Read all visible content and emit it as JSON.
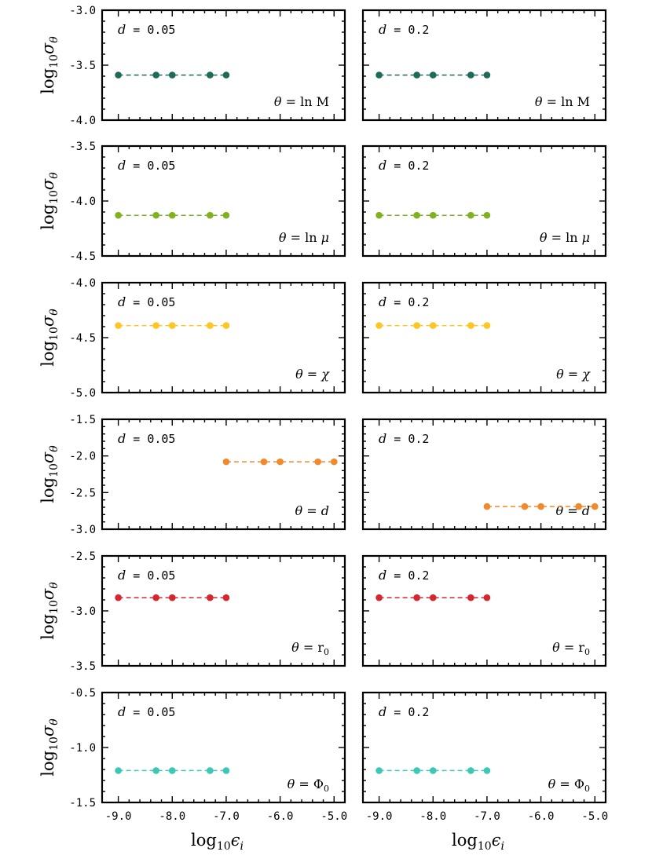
{
  "figure": {
    "ylabel": "log10 σθ",
    "xlabel": "log10 ϵi",
    "xlim": [
      -9.3,
      -4.8
    ],
    "xticks": [
      -9.0,
      -8.0,
      -7.0,
      -6.0,
      -5.0
    ],
    "xtick_labels": [
      "-9.0",
      "-8.0",
      "-7.0",
      "-6.0",
      "-5.0"
    ],
    "column_labels": [
      "d = 0.05",
      "d = 0.2"
    ]
  },
  "chart_data": [
    {
      "type": "line",
      "row": 0,
      "col": 0,
      "param_label": "θ = ln M",
      "d_label": "d = 0.05",
      "color": "#1f6b5a",
      "ylim": [
        -4.0,
        -3.0
      ],
      "yticks": [
        -4.0,
        -3.5,
        -3.0
      ],
      "ytick_labels": [
        "-4.0",
        "-3.5",
        "-3.0"
      ],
      "x": [
        -9.0,
        -8.3,
        -8.0,
        -7.3,
        -7.0
      ],
      "y": [
        -3.59,
        -3.59,
        -3.59,
        -3.59,
        -3.59
      ]
    },
    {
      "type": "line",
      "row": 0,
      "col": 1,
      "param_label": "θ = ln M",
      "d_label": "d = 0.2",
      "color": "#1f6b5a",
      "ylim": [
        -4.0,
        -3.0
      ],
      "yticks": [
        -4.0,
        -3.5,
        -3.0
      ],
      "x": [
        -9.0,
        -8.3,
        -8.0,
        -7.3,
        -7.0
      ],
      "y": [
        -3.59,
        -3.59,
        -3.59,
        -3.59,
        -3.59
      ]
    },
    {
      "type": "line",
      "row": 1,
      "col": 0,
      "param_label": "θ = ln μ",
      "d_label": "d = 0.05",
      "color": "#7fb21f",
      "ylim": [
        -4.5,
        -3.5
      ],
      "yticks": [
        -4.5,
        -4.0,
        -3.5
      ],
      "ytick_labels": [
        "-4.5",
        "-4.0",
        "-3.5"
      ],
      "x": [
        -9.0,
        -8.3,
        -8.0,
        -7.3,
        -7.0
      ],
      "y": [
        -4.13,
        -4.13,
        -4.13,
        -4.13,
        -4.13
      ]
    },
    {
      "type": "line",
      "row": 1,
      "col": 1,
      "param_label": "θ = ln μ",
      "d_label": "d = 0.2",
      "color": "#7fb21f",
      "ylim": [
        -4.5,
        -3.5
      ],
      "yticks": [
        -4.5,
        -4.0,
        -3.5
      ],
      "x": [
        -9.0,
        -8.3,
        -8.0,
        -7.3,
        -7.0
      ],
      "y": [
        -4.13,
        -4.13,
        -4.13,
        -4.13,
        -4.13
      ]
    },
    {
      "type": "line",
      "row": 2,
      "col": 0,
      "param_label": "θ = χ",
      "d_label": "d = 0.05",
      "color": "#fdc626",
      "ylim": [
        -5.0,
        -4.0
      ],
      "yticks": [
        -5.0,
        -4.5,
        -4.0
      ],
      "ytick_labels": [
        "-5.0",
        "-4.5",
        "-4.0"
      ],
      "x": [
        -9.0,
        -8.3,
        -8.0,
        -7.3,
        -7.0
      ],
      "y": [
        -4.39,
        -4.39,
        -4.39,
        -4.39,
        -4.39
      ]
    },
    {
      "type": "line",
      "row": 2,
      "col": 1,
      "param_label": "θ = χ",
      "d_label": "d = 0.2",
      "color": "#fdc626",
      "ylim": [
        -5.0,
        -4.0
      ],
      "yticks": [
        -5.0,
        -4.5,
        -4.0
      ],
      "x": [
        -9.0,
        -8.3,
        -8.0,
        -7.3,
        -7.0
      ],
      "y": [
        -4.39,
        -4.39,
        -4.39,
        -4.39,
        -4.39
      ]
    },
    {
      "type": "line",
      "row": 3,
      "col": 0,
      "param_label": "θ = d",
      "d_label": "d = 0.05",
      "color": "#f08a2c",
      "ylim": [
        -3.0,
        -1.5
      ],
      "yticks": [
        -3.0,
        -2.5,
        -2.0,
        -1.5
      ],
      "ytick_labels": [
        "-3.0",
        "-2.5",
        "-2.0",
        "-1.5"
      ],
      "x": [
        -7.0,
        -6.3,
        -6.0,
        -5.3,
        -5.0
      ],
      "y": [
        -2.08,
        -2.08,
        -2.08,
        -2.08,
        -2.08
      ]
    },
    {
      "type": "line",
      "row": 3,
      "col": 1,
      "param_label": "θ = d",
      "d_label": "d = 0.2",
      "color": "#f08a2c",
      "ylim": [
        -3.0,
        -1.5
      ],
      "yticks": [
        -3.0,
        -2.5,
        -2.0,
        -1.5
      ],
      "x": [
        -7.0,
        -6.3,
        -6.0,
        -5.3,
        -5.0
      ],
      "y": [
        -2.69,
        -2.69,
        -2.69,
        -2.69,
        -2.69
      ]
    },
    {
      "type": "line",
      "row": 4,
      "col": 0,
      "param_label": "θ = r0",
      "d_label": "d = 0.05",
      "color": "#d82630",
      "ylim": [
        -3.5,
        -2.5
      ],
      "yticks": [
        -3.5,
        -3.0,
        -2.5
      ],
      "ytick_labels": [
        "-3.5",
        "-3.0",
        "-2.5"
      ],
      "x": [
        -9.0,
        -8.3,
        -8.0,
        -7.3,
        -7.0
      ],
      "y": [
        -2.88,
        -2.88,
        -2.88,
        -2.88,
        -2.88
      ]
    },
    {
      "type": "line",
      "row": 4,
      "col": 1,
      "param_label": "θ = r0",
      "d_label": "d = 0.2",
      "color": "#d82630",
      "ylim": [
        -3.5,
        -2.5
      ],
      "yticks": [
        -3.5,
        -3.0,
        -2.5
      ],
      "x": [
        -9.0,
        -8.3,
        -8.0,
        -7.3,
        -7.0
      ],
      "y": [
        -2.88,
        -2.88,
        -2.88,
        -2.88,
        -2.88
      ]
    },
    {
      "type": "line",
      "row": 5,
      "col": 0,
      "param_label": "θ = Φ0",
      "d_label": "d = 0.05",
      "color": "#3cc8b4",
      "ylim": [
        -1.5,
        -0.5
      ],
      "yticks": [
        -1.5,
        -1.0,
        -0.5
      ],
      "ytick_labels": [
        "-1.5",
        "-1.0",
        "-0.5"
      ],
      "x": [
        -9.0,
        -8.3,
        -8.0,
        -7.3,
        -7.0
      ],
      "y": [
        -1.21,
        -1.21,
        -1.21,
        -1.21,
        -1.21
      ]
    },
    {
      "type": "line",
      "row": 5,
      "col": 1,
      "param_label": "θ = Φ0",
      "d_label": "d = 0.2",
      "color": "#3cc8b4",
      "ylim": [
        -1.5,
        -0.5
      ],
      "yticks": [
        -1.5,
        -1.0,
        -0.5
      ],
      "x": [
        -9.0,
        -8.3,
        -8.0,
        -7.3,
        -7.0
      ],
      "y": [
        -1.21,
        -1.21,
        -1.21,
        -1.21,
        -1.21
      ]
    }
  ]
}
